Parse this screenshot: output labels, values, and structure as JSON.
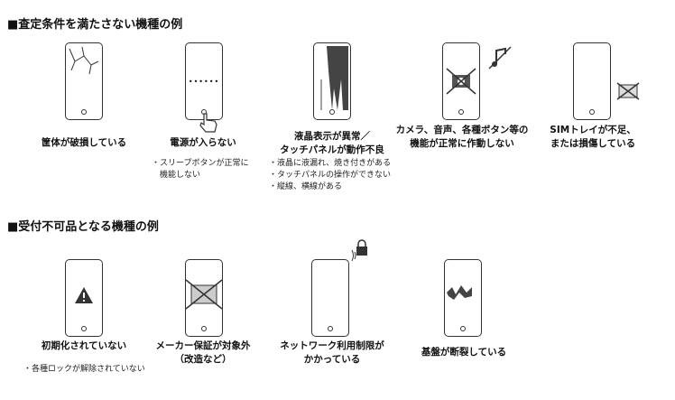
{
  "section1": {
    "title": "■査定条件を満たさない機種の例",
    "items": [
      {
        "label": "筐体が破損している",
        "icon": "cracked-phone"
      },
      {
        "label": "電源が入らない",
        "icon": "phone-tap-hand",
        "notes": [
          "・スリープボタンが正常に",
          "　機能しない"
        ]
      },
      {
        "label": "液晶表示が異常／",
        "label2": "タッチパネルが動作不良",
        "icon": "broken-screen",
        "notes": [
          "・液晶に液漏れ、焼き付きがある",
          "・タッチパネルの操作ができない",
          "・縦線、横線がある"
        ]
      },
      {
        "label": "カメラ、音声、各種ボタン等の",
        "label2": "機能が正常に作動しない",
        "icon": "camera-sound-crossed"
      },
      {
        "label": "SIMトレイが不足、",
        "label2": "または損傷している",
        "icon": "sim-tray-crossed"
      }
    ]
  },
  "section2": {
    "title": "■受付不可品となる機種の例",
    "items": [
      {
        "label": "初期化されていない",
        "icon": "warning",
        "notes": [
          "・各種ロックが解除されていない"
        ]
      },
      {
        "label": "メーカー保証が対象外",
        "label2": "（改造など）",
        "icon": "crossed-board"
      },
      {
        "label": "ネットワーク利用制限が",
        "label2": "かかっている",
        "icon": "network-lock"
      },
      {
        "label": "基盤が断裂している",
        "icon": "broken-board"
      }
    ]
  }
}
